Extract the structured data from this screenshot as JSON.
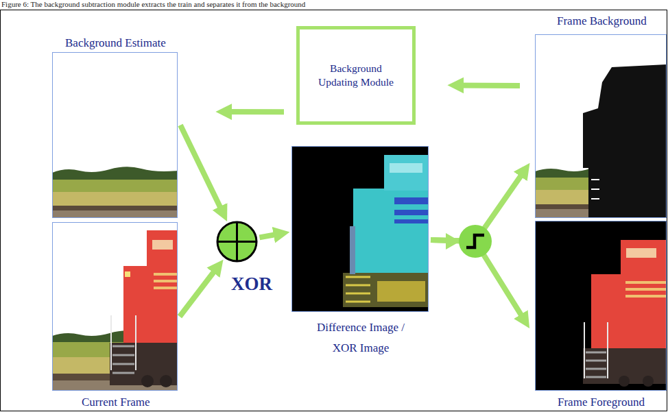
{
  "diagram": {
    "caption": "Figure 6: The background subtraction module extracts the train and separates it from the background",
    "nodes": [
      {
        "text": [
          "Background Estimate"
        ]
      },
      {
        "text": [
          "Background Updating Module"
        ]
      },
      {
        "text": [
          "Frame Background"
        ]
      },
      {
        "text": [
          "XOR"
        ]
      },
      {
        "text": [
          "Difference Image / XOR Image"
        ]
      },
      {
        "text": [
          "Current Frame"
        ]
      },
      {
        "text": [
          "Frame Foreground"
        ]
      }
    ],
    "edges": [
      {
        "from": 0,
        "to": 3,
        "arrow": "to"
      },
      {
        "from": 5,
        "to": 3,
        "arrow": "to"
      },
      {
        "from": 3,
        "to": 4,
        "arrow": "to"
      },
      {
        "from": 4,
        "to": 2,
        "arrow": "to"
      },
      {
        "from": 4,
        "to": 6,
        "arrow": "to"
      },
      {
        "from": 2,
        "to": 1,
        "arrow": "to"
      },
      {
        "from": 1,
        "to": 0,
        "arrow": "to"
      }
    ]
  }
}
